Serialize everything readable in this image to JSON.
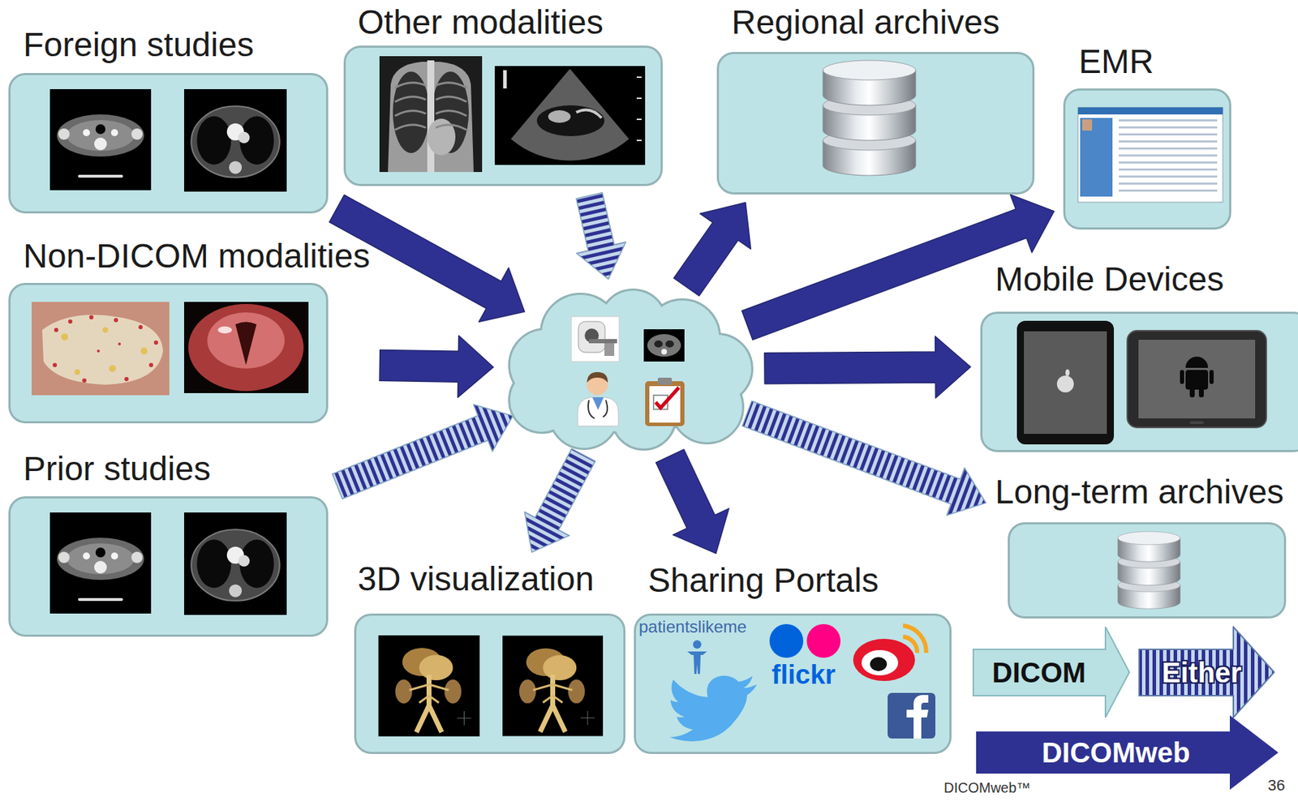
{
  "diagram": {
    "nodes": [
      {
        "text": [
          "Foreign studies"
        ]
      },
      {
        "text": [
          "Other modalities"
        ]
      },
      {
        "text": [
          "Regional archives"
        ]
      },
      {
        "text": [
          "EMR"
        ]
      },
      {
        "text": [
          "Non-DICOM modalities"
        ]
      },
      {
        "text": []
      },
      {
        "text": [
          "Mobile Devices"
        ]
      },
      {
        "text": [
          "Prior studies"
        ]
      },
      {
        "text": [
          "Long-term archives"
        ]
      },
      {
        "text": [
          "3D visualization"
        ]
      },
      {
        "text": [
          "Sharing Portals",
          "patientslikeme",
          "flickr"
        ]
      }
    ],
    "edges": [
      {
        "from": 0,
        "to": 5,
        "arrow": "to"
      },
      {
        "from": 1,
        "to": 5,
        "arrow": "to"
      },
      {
        "from": 4,
        "to": 5,
        "arrow": "to"
      },
      {
        "from": 7,
        "to": 5,
        "arrow": "to"
      },
      {
        "from": 5,
        "to": 2,
        "arrow": "to"
      },
      {
        "from": 5,
        "to": 3,
        "arrow": "to"
      },
      {
        "from": 5,
        "to": 6,
        "arrow": "to"
      },
      {
        "from": 5,
        "to": 8,
        "arrow": "to"
      },
      {
        "from": 5,
        "to": 9,
        "arrow": "to"
      },
      {
        "from": 5,
        "to": 10,
        "arrow": "to"
      }
    ],
    "labels": [
      "DICOMweb™",
      "36"
    ],
    "legend": [
      {
        "text": "DICOM",
        "color": "#b9e0e3"
      },
      {
        "text": "Either"
      },
      {
        "text": "DICOMweb",
        "color": "#2e3192"
      }
    ]
  }
}
